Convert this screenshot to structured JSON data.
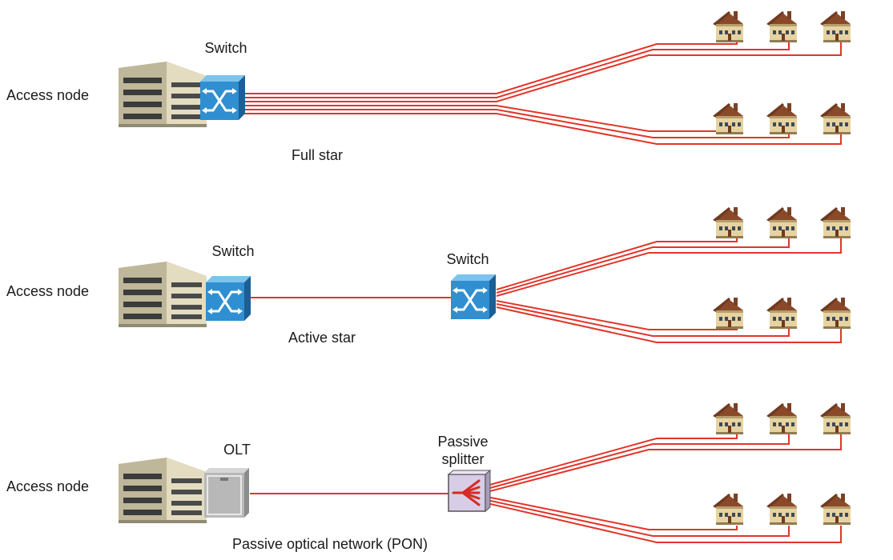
{
  "colors": {
    "fiber": "#e2352a",
    "switch_fill": "#2f8fd0",
    "switch_dark": "#1b5f95",
    "building_wall": "#d9d2b5",
    "building_shadow": "#8f8a73",
    "roof": "#8a4a2a",
    "house_wall": "#e6d3a0"
  },
  "rows": [
    {
      "access_node_label": "Access node",
      "device_label": "Switch",
      "caption": "Full star"
    },
    {
      "access_node_label": "Access node",
      "device_label": "Switch",
      "remote_label": "Switch",
      "caption": "Active star"
    },
    {
      "access_node_label": "Access node",
      "device_label": "OLT",
      "remote_label_line1": "Passive",
      "remote_label_line2": "splitter",
      "caption": "Passive optical network (PON)"
    }
  ]
}
